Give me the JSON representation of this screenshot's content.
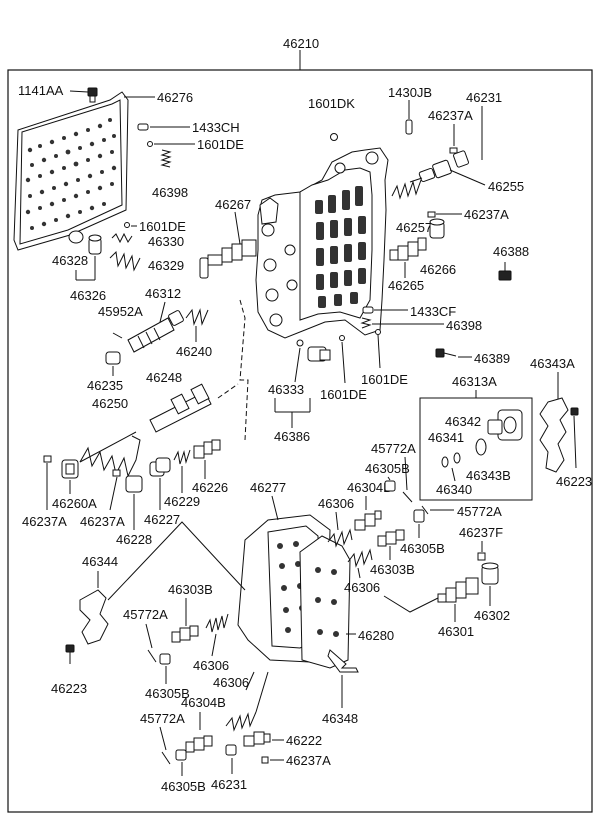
{
  "callouts": {
    "c46210": "46210",
    "c1141AA": "1141AA",
    "c46276": "46276",
    "c1433CH": "1433CH",
    "c1601DE_a": "1601DE",
    "c46398_a": "46398",
    "c1601DK": "1601DK",
    "c1430JB": "1430JB",
    "c46231_a": "46231",
    "c46237A_a": "46237A",
    "c46255": "46255",
    "c46267": "46267",
    "c46257": "46257",
    "c46237A_b": "46237A",
    "c1601DE_b": "1601DE",
    "c46330": "46330",
    "c46328": "46328",
    "c46329": "46329",
    "c46265": "46265",
    "c46266": "46266",
    "c46388": "46388",
    "c46326": "46326",
    "c46312": "46312",
    "c45952A": "45952A",
    "c1433CF": "1433CF",
    "c46398_b": "46398",
    "c46240": "46240",
    "c46235": "46235",
    "c46389": "46389",
    "c46248": "46248",
    "c1601DE_c": "1601DE",
    "c46313A": "46313A",
    "c46343A": "46343A",
    "c46333": "46333",
    "c1601DE_d": "1601DE",
    "c46250": "46250",
    "c46386": "46386",
    "c46342": "46342",
    "c46341": "46341",
    "c46343B": "46343B",
    "c45772A_a": "45772A",
    "c46305B_a": "46305B",
    "c46340": "46340",
    "c46223_a": "46223",
    "c46260A": "46260A",
    "c46229": "46229",
    "c46226": "46226",
    "c46277": "46277",
    "c46304B_a": "46304B",
    "c46237A_c": "46237A",
    "c46237A_d": "46237A",
    "c46227": "46227",
    "c45772A_b": "45772A",
    "c46228": "46228",
    "c46306_a": "46306",
    "c46305B_b": "46305B",
    "c46237F": "46237F",
    "c46303B_a": "46303B",
    "c46344": "46344",
    "c46306_b": "46306",
    "c46303B_b": "46303B",
    "c45772A_c": "45772A",
    "c46302": "46302",
    "c46301": "46301",
    "c46280": "46280",
    "c46306_c": "46306",
    "c46223_b": "46223",
    "c46305B_c": "46305B",
    "c46306_d": "46306",
    "c46348": "46348",
    "c46304B_b": "46304B",
    "c45772A_d": "45772A",
    "c46222": "46222",
    "c46305B_d": "46305B",
    "c46231_b": "46231",
    "c46237A_e": "46237A"
  }
}
